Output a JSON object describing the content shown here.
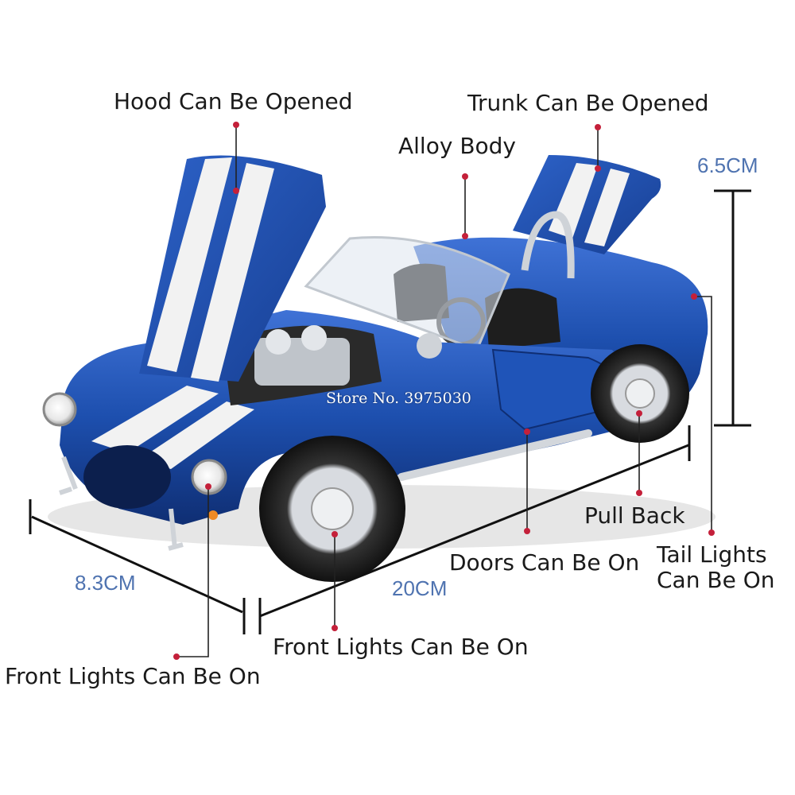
{
  "labels": {
    "hood": "Hood Can Be Opened",
    "trunk": "Trunk Can Be Opened",
    "alloy": "Alloy Body",
    "pull_back": "Pull Back",
    "doors": "Doors Can Be On",
    "tail": "Tail Lights Can Be On",
    "front_center": "Front Lights Can Be On",
    "front_left": "Front Lights Can Be On"
  },
  "dimensions": {
    "height": "6.5CM",
    "width": "8.3CM",
    "length": "20CM"
  },
  "watermark": "Store No. 3975030",
  "colors": {
    "car_body": "#1d4fae",
    "stripe": "#f2f2f2",
    "callout_dot": "#c4203a",
    "dimension_text": "#4f73b0"
  }
}
